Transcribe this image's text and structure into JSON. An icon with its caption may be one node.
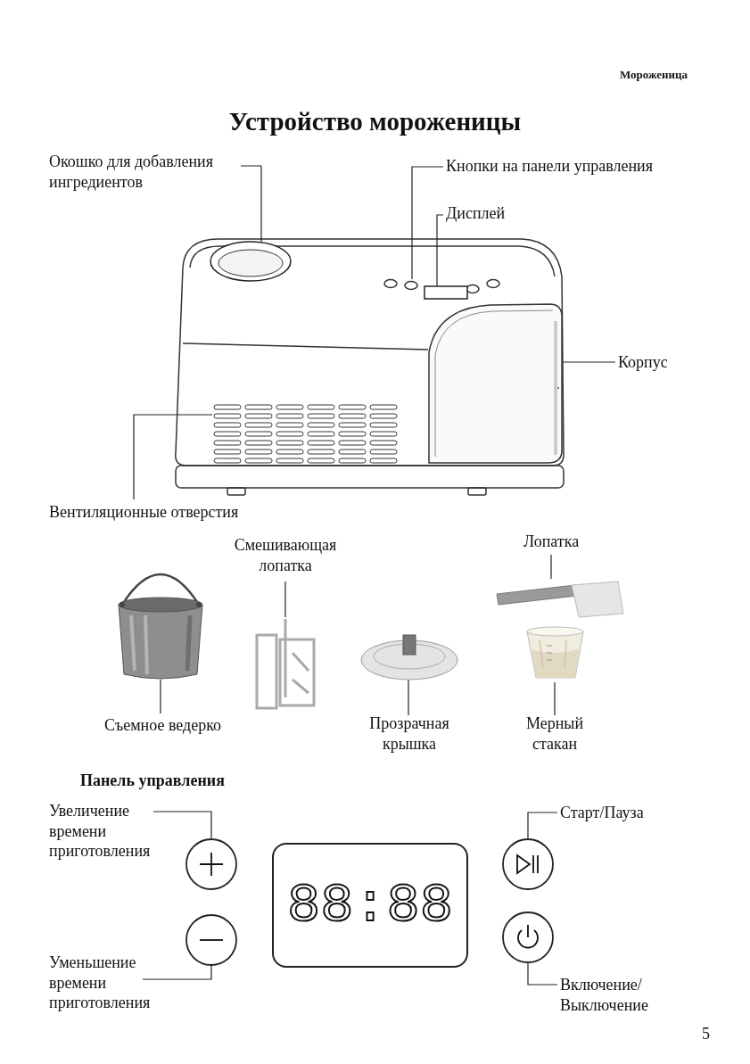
{
  "diagram": {
    "title": "Устройство мороженицы",
    "nodes": [
      {
        "text": [
          "Окошко для добавления ингредиентов"
        ]
      },
      {
        "text": [
          "Кнопки на панели управления"
        ]
      },
      {
        "text": [
          "Дисплей"
        ]
      },
      {
        "text": [
          "Корпус"
        ]
      },
      {
        "text": [
          "Вентиляционные отверстия"
        ]
      },
      {
        "text": [],
        "shape": "circle"
      },
      {
        "text": [],
        "shape": "picture"
      },
      {
        "text": [],
        "shape": "box"
      },
      {
        "text": [],
        "shape": "picture"
      },
      {
        "text": [],
        "shape": "picture"
      },
      {
        "text": [
          "Смешивающая лопатка"
        ]
      },
      {
        "text": [
          "Лопатка"
        ]
      },
      {
        "text": [],
        "shape": "picture"
      },
      {
        "text": [],
        "shape": "picture"
      },
      {
        "text": [],
        "shape": "picture"
      },
      {
        "text": [],
        "shape": "picture"
      },
      {
        "text": [],
        "shape": "picture"
      },
      {
        "text": [
          "Съемное ведерко"
        ]
      },
      {
        "text": [
          "Прозрачная крышка"
        ]
      },
      {
        "text": [
          "Мерный стакан"
        ]
      },
      {
        "text": [
          "Увеличение времени приготовления"
        ]
      },
      {
        "text": [
          "Старт/Пауза"
        ]
      },
      {
        "text": [],
        "shape": "circle"
      },
      {
        "text": [
          "88:88"
        ]
      },
      {
        "text": [],
        "shape": "circle"
      },
      {
        "text": [],
        "shape": "circle"
      },
      {
        "text": [],
        "shape": "circle"
      },
      {
        "text": [
          "Уменьшение времени приготовления"
        ]
      },
      {
        "text": [
          "Включение/ Выключение"
        ]
      }
    ],
    "edges": [
      {
        "from": 0,
        "to": 5,
        "arrow": "none"
      },
      {
        "from": 1,
        "to": 6,
        "arrow": "none"
      },
      {
        "from": 2,
        "to": 7,
        "arrow": "none"
      },
      {
        "from": 3,
        "to": 8,
        "arrow": "none"
      },
      {
        "from": 4,
        "to": 9,
        "arrow": "none"
      },
      {
        "from": 10,
        "to": 13,
        "arrow": "none"
      },
      {
        "from": 11,
        "to": 15,
        "arrow": "none"
      },
      {
        "from": 17,
        "to": 12,
        "arrow": "none"
      },
      {
        "from": 18,
        "to": 14,
        "arrow": "none"
      },
      {
        "from": 19,
        "to": 16,
        "arrow": "none"
      },
      {
        "from": 20,
        "to": 22,
        "arrow": "none"
      },
      {
        "from": 21,
        "to": 24,
        "arrow": "none"
      },
      {
        "from": 27,
        "to": 25,
        "arrow": "none"
      },
      {
        "from": 28,
        "to": 26,
        "arrow": "none"
      }
    ],
    "labels": [
      "Мороженица",
      "Панель управления",
      "5"
    ]
  }
}
